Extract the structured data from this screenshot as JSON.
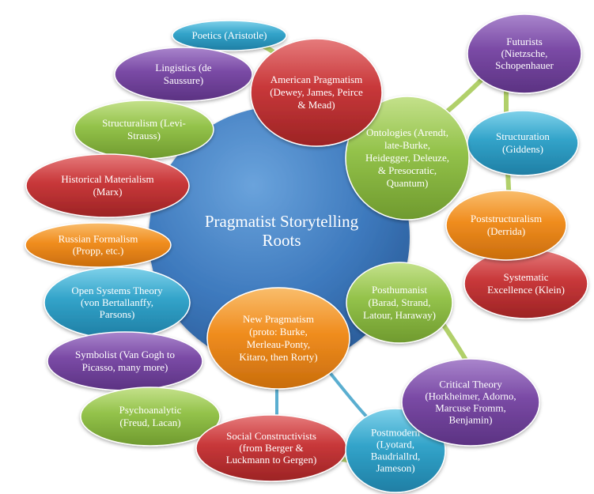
{
  "center": {
    "title_lines": [
      "Pragmatist Storytelling",
      "Roots"
    ],
    "color": "#3d79bd"
  },
  "colors": {
    "blue": "#32a3c9",
    "purple": "#7a4aa5",
    "green": "#93c24a",
    "red": "#c8383a",
    "orange": "#f08d1f",
    "connector_green": "#b1d06a",
    "connector_blue": "#5aaed0"
  },
  "nodes": [
    {
      "id": "poetics",
      "color": "blue",
      "lines": [
        "Poetics (Aristotle)"
      ]
    },
    {
      "id": "lingistics",
      "color": "purple",
      "lines": [
        "Lingistics (de",
        "Saussure)"
      ]
    },
    {
      "id": "structuralism",
      "color": "green",
      "lines": [
        "Structuralism (Levi-",
        "Strauss)"
      ]
    },
    {
      "id": "historical-materialism",
      "color": "red",
      "lines": [
        "Historical Materialism",
        "(Marx)"
      ]
    },
    {
      "id": "russian-formalism",
      "color": "orange",
      "lines": [
        "Russian Formalism",
        "(Propp, etc.)"
      ]
    },
    {
      "id": "open-systems",
      "color": "blue",
      "lines": [
        "Open Systems Theory",
        "(von Bertallanffy,",
        "Parsons)"
      ]
    },
    {
      "id": "symbolist",
      "color": "purple",
      "lines": [
        "Symbolist (Van Gogh to",
        "Picasso, many more)"
      ]
    },
    {
      "id": "psychoanalytic",
      "color": "green",
      "lines": [
        "Psychoanalytic",
        "(Freud, Lacan)"
      ]
    },
    {
      "id": "social-constructivists",
      "color": "red",
      "lines": [
        "Social Constructivists",
        "(from Berger &",
        "Luckmann to Gergen)"
      ]
    },
    {
      "id": "new-pragmatism",
      "color": "orange",
      "lines": [
        "New Pragmatism",
        "(proto: Burke,",
        "Merleau-Ponty,",
        "Kitaro, then Rorty)"
      ]
    },
    {
      "id": "postmodern",
      "color": "blue",
      "lines": [
        "Postmodern",
        "(Lyotard,",
        "Baudriallrd,",
        "Jameson)"
      ]
    },
    {
      "id": "critical-theory",
      "color": "purple",
      "lines": [
        "Critical Theory",
        "(Horkheimer, Adorno,",
        "Marcuse Fromm,",
        "Benjamin)"
      ]
    },
    {
      "id": "posthumanist",
      "color": "green",
      "lines": [
        "Posthumanist",
        "(Barad, Strand,",
        "Latour, Haraway)"
      ]
    },
    {
      "id": "systematic-excellence",
      "color": "red",
      "lines": [
        "Systematic",
        "Excellence (Klein)"
      ]
    },
    {
      "id": "poststructuralism",
      "color": "orange",
      "lines": [
        "Poststructuralism",
        "(Derrida)"
      ]
    },
    {
      "id": "structuration",
      "color": "blue",
      "lines": [
        "Structuration",
        "(Giddens)"
      ]
    },
    {
      "id": "futurists",
      "color": "purple",
      "lines": [
        "Futurists",
        "(Nietzsche,",
        "Schopenhauer"
      ]
    },
    {
      "id": "ontologies",
      "color": "green",
      "lines": [
        "Ontologies (Arendt,",
        "late-Burke,",
        "Heidegger, Deleuze,",
        "& Presocratic,",
        "Quantum)"
      ]
    },
    {
      "id": "american-pragmatism",
      "color": "red",
      "lines": [
        "American Pragmatism",
        "(Dewey, James, Peirce",
        "& Mead)"
      ]
    }
  ]
}
